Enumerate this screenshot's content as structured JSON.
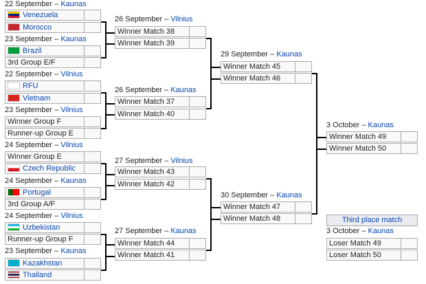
{
  "round_of_16": [
    {
      "date": "22 September",
      "venue": "Kaunas",
      "teams": [
        {
          "name": "Venezuela",
          "flag": "venezuela-flag",
          "link": true
        },
        {
          "name": "Morocco",
          "flag": "morocco-flag",
          "link": true
        }
      ]
    },
    {
      "date": "23 September",
      "venue": "Kaunas",
      "teams": [
        {
          "name": "Brazil",
          "flag": "brazil-flag",
          "link": true
        },
        {
          "name": "3rd Group E/F",
          "link": false
        }
      ]
    },
    {
      "date": "22 September",
      "venue": "Vilnius",
      "teams": [
        {
          "name": "RFU",
          "flag": "rfu-flag",
          "link": true
        },
        {
          "name": "Vietnam",
          "flag": "vietnam-flag",
          "link": true
        }
      ]
    },
    {
      "date": "23 September",
      "venue": "Vilnius",
      "teams": [
        {
          "name": "Winner Group F",
          "link": false
        },
        {
          "name": "Runner-up Group E",
          "link": false
        }
      ]
    },
    {
      "date": "24 September",
      "venue": "Vilnius",
      "teams": [
        {
          "name": "Winner Group E",
          "link": false
        },
        {
          "name": "Czech Republic",
          "flag": "czech-flag",
          "link": true
        }
      ]
    },
    {
      "date": "24 September",
      "venue": "Kaunas",
      "teams": [
        {
          "name": "Portugal",
          "flag": "portugal-flag",
          "link": true
        },
        {
          "name": "3rd Group A/F",
          "link": false
        }
      ]
    },
    {
      "date": "24 September",
      "venue": "Vilnius",
      "teams": [
        {
          "name": "Uzbekistan",
          "flag": "uzbekistan-flag",
          "link": true
        },
        {
          "name": "Runner-up Group F",
          "link": false
        }
      ]
    },
    {
      "date": "23 September",
      "venue": "Kaunas",
      "teams": [
        {
          "name": "Kazakhstan",
          "flag": "kazakhstan-flag",
          "link": true
        },
        {
          "name": "Thailand",
          "flag": "thailand-flag",
          "link": true
        }
      ]
    }
  ],
  "quarterfinals": [
    {
      "date": "26 September",
      "venue": "Vilnius",
      "teams": [
        {
          "name": "Winner Match 38"
        },
        {
          "name": "Winner Match 39"
        }
      ]
    },
    {
      "date": "26 September",
      "venue": "Kaunas",
      "teams": [
        {
          "name": "Winner Match 37"
        },
        {
          "name": "Winner Match 40"
        }
      ]
    },
    {
      "date": "27 September",
      "venue": "Vilnius",
      "teams": [
        {
          "name": "Winner Match 43"
        },
        {
          "name": "Winner Match 42"
        }
      ]
    },
    {
      "date": "27 September",
      "venue": "Kaunas",
      "teams": [
        {
          "name": "Winner Match 44"
        },
        {
          "name": "Winner Match 41"
        }
      ]
    }
  ],
  "semifinals": [
    {
      "date": "29 September",
      "venue": "Kaunas",
      "teams": [
        {
          "name": "Winner Match 45"
        },
        {
          "name": "Winner Match 46"
        }
      ]
    },
    {
      "date": "30 September",
      "venue": "Kaunas",
      "teams": [
        {
          "name": "Winner Match 47"
        },
        {
          "name": "Winner Match 48"
        }
      ]
    }
  ],
  "final": {
    "date": "3 October",
    "venue": "Kaunas",
    "teams": [
      {
        "name": "Winner Match 49"
      },
      {
        "name": "Winner Match 50"
      }
    ]
  },
  "third_place": {
    "title": "Third place match",
    "date": "3 October",
    "venue": "Kaunas",
    "teams": [
      {
        "name": "Loser Match 49"
      },
      {
        "name": "Loser Match 50"
      }
    ]
  },
  "separator": " – "
}
